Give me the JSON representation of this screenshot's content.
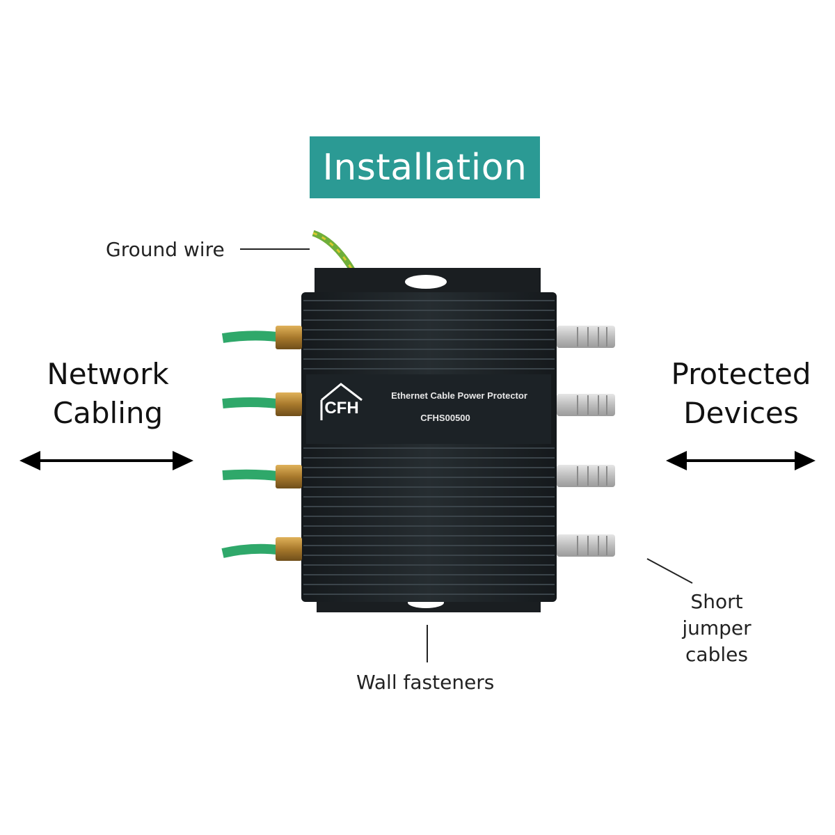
{
  "title": "Installation",
  "left_label": {
    "line1": "Network",
    "line2": "Cabling"
  },
  "right_label": {
    "line1": "Protected",
    "line2": "Devices"
  },
  "callouts": {
    "ground_wire": "Ground wire",
    "short_jumper_line1": "Short",
    "short_jumper_line2": "jumper cables",
    "wall_fasteners": "Wall fasteners"
  },
  "device": {
    "brand_logo": "CFH",
    "product_name": "Ethernet Cable Power Protector",
    "model_number": "CFHS00500"
  },
  "colors": {
    "banner": "#2b9a94",
    "device_body": "#1e2428",
    "cable_green": "#2fa86a",
    "connector_brass": "#b88a3a",
    "jumper_gray": "#c9c9c9"
  }
}
